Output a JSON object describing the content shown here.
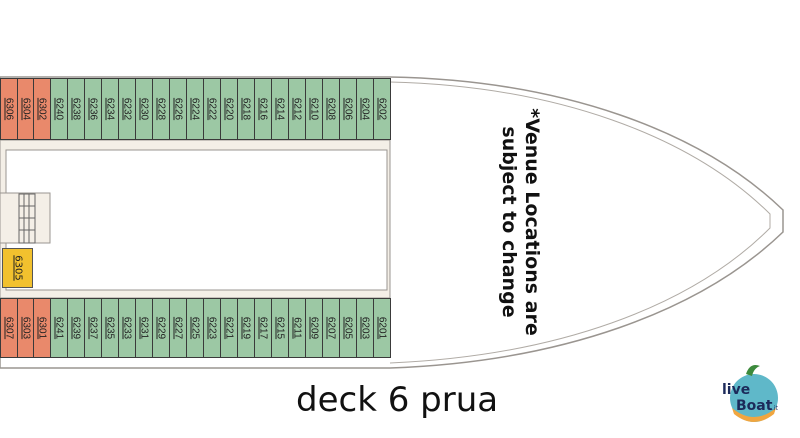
{
  "title": "deck 6 prua",
  "note": [
    "*Venue Locations are",
    "subject to change"
  ],
  "logo_text": "liveBoat.it",
  "colors": {
    "suite": "#e9896b",
    "balcony": "#9cc8a4",
    "special": "#f2c12e",
    "hull": "#f4efe7"
  },
  "cabins": {
    "top_orange": [
      "6306",
      "6304",
      "6302"
    ],
    "top_green": [
      "6240",
      "6238",
      "6236",
      "6234",
      "6232",
      "6230",
      "6228",
      "6226",
      "6224",
      "6222",
      "6220",
      "6218",
      "6216",
      "6214",
      "6212",
      "6210",
      "6208",
      "6206",
      "6204",
      "6202"
    ],
    "bottom_orange": [
      "6307",
      "6303",
      "6301"
    ],
    "bottom_green": [
      "6241",
      "6239",
      "6237",
      "6235",
      "6233",
      "6231",
      "6229",
      "6227",
      "6225",
      "6223",
      "6221",
      "6219",
      "6217",
      "6215",
      "6211",
      "6209",
      "6207",
      "6205",
      "6203",
      "6201"
    ],
    "side": "6305"
  }
}
